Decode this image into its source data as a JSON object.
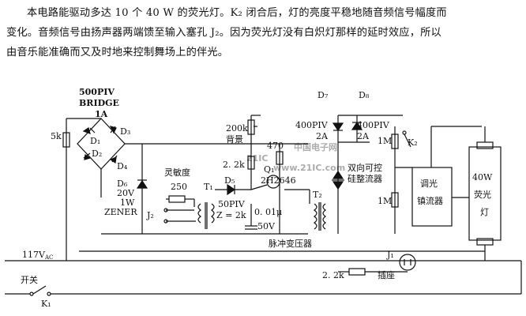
{
  "paragraph": {
    "line1": "本电路能驱动多达 10 个 40 W 的荧光灯。K₂ 闭合后，灯的亮度平稳地随音频信号幅度而",
    "line2": "变化。音频信号由扬声器两端馈至输入塞孔 J₂。因为荧光灯没有白炽灯那样的延时效应，所以",
    "line3": "由音乐能准确而又及时地来控制舞场上的伴光。"
  },
  "labels": {
    "bridge_l1": "500PIV",
    "bridge_l2": "BRIDGE",
    "bridge_l3": "1A",
    "r_5k": "5k",
    "d1": "D₁",
    "d2": "D₂",
    "d3": "D₃",
    "d4": "D₄",
    "d5": "D₅",
    "d7": "D₇",
    "d8": "D₈",
    "zener_l1": "D₆",
    "zener_l2": "20V",
    "zener_l3": "1W",
    "zener_l4": "ZENER",
    "sens_label": "灵敏度",
    "sens_val": "250",
    "t1": "T₁",
    "j2": "J₂",
    "d5_rating": "50PIV",
    "z_rating": "Z = 2k",
    "pot_200k": "200k",
    "bg_label": "背景",
    "r_22k": "2. 2k",
    "r_470": "470",
    "q1": "Q₁",
    "q1_type": "2H2646",
    "cap_val": "0. 01μ",
    "cap_volt": "50V",
    "t2": "T₂",
    "pulse_tf": "脉冲变压器",
    "d7_rating_1": "400PIV",
    "d7_rating_2": "2A",
    "d8_rating_1": "400PIV",
    "d8_rating_2": "2A",
    "r_1m_a": "1M",
    "r_1m_b": "1M",
    "k2": "K₂",
    "triac_1": "双向可控",
    "triac_2": "硅整流器",
    "ballast_1": "调光",
    "ballast_2": "镇流器",
    "lamp_1": "40W",
    "lamp_2": "荧光",
    "lamp_3": "灯",
    "supply": "117V",
    "supply_sub": "AC",
    "switch": "开关",
    "k1": "K₁",
    "r_22k_b": "2. 2k",
    "j1": "J₁",
    "socket": "插座"
  },
  "watermark": {
    "brand": "21IC",
    "site": "中国电子网",
    "url": "www.21IC.com"
  }
}
